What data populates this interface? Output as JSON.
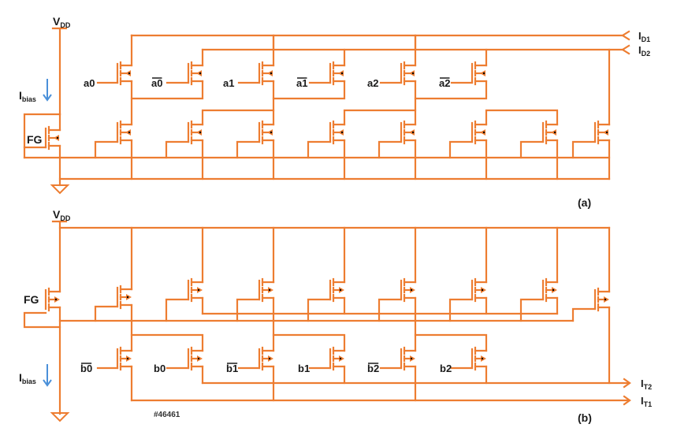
{
  "colors": {
    "wire": "#ED7D31",
    "bias_arrow": "#4A90D9",
    "text": "#1a1a1a",
    "background": "#ffffff"
  },
  "panel_a": {
    "caption": "(a)",
    "supply": {
      "main": "V",
      "sub": "DD"
    },
    "bias": {
      "main": "I",
      "sub": "bias"
    },
    "fg_label": "FG",
    "outputs": [
      {
        "main": "I",
        "sub": "D1",
        "direction": "in"
      },
      {
        "main": "I",
        "sub": "D2",
        "direction": "in"
      }
    ],
    "inputs": [
      {
        "base": "a0",
        "complement": false
      },
      {
        "base": "a0",
        "complement": true
      },
      {
        "base": "a1",
        "complement": false
      },
      {
        "base": "a1",
        "complement": true
      },
      {
        "base": "a2",
        "complement": false
      },
      {
        "base": "a2",
        "complement": true
      }
    ],
    "transistor_type": "nmos"
  },
  "panel_b": {
    "caption": "(b)",
    "supply": {
      "main": "V",
      "sub": "DD"
    },
    "bias": {
      "main": "I",
      "sub": "bias"
    },
    "fg_label": "FG",
    "outputs": [
      {
        "main": "I",
        "sub": "T2",
        "direction": "out"
      },
      {
        "main": "I",
        "sub": "T1",
        "direction": "out"
      }
    ],
    "inputs": [
      {
        "base": "b0",
        "complement": true
      },
      {
        "base": "b0",
        "complement": false
      },
      {
        "base": "b1",
        "complement": true
      },
      {
        "base": "b1",
        "complement": false
      },
      {
        "base": "b2",
        "complement": true
      },
      {
        "base": "b2",
        "complement": false
      }
    ],
    "transistor_type": "pmos"
  },
  "figure_id": "#46461"
}
